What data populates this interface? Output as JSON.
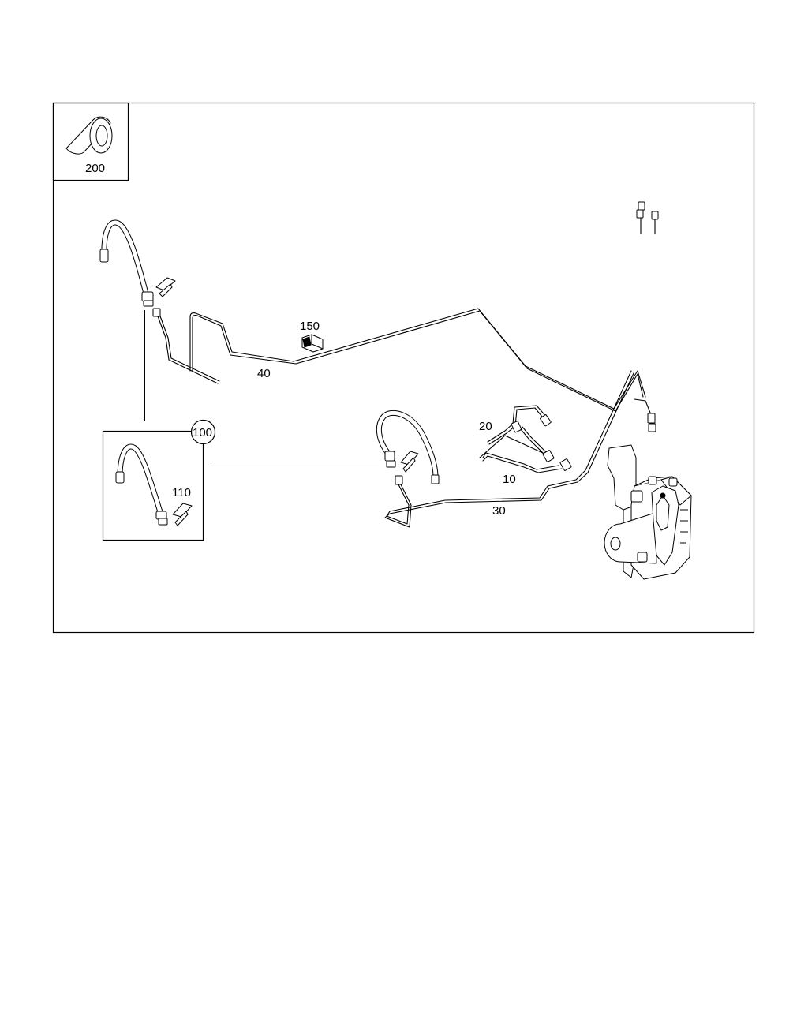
{
  "diagram": {
    "callouts": {
      "item_200": "200",
      "item_150": "150",
      "item_40": "40",
      "item_100": "100",
      "item_110": "110",
      "item_20": "20",
      "item_10": "10",
      "item_30": "30"
    },
    "line_color": "#000000",
    "background_color": "#ffffff"
  }
}
